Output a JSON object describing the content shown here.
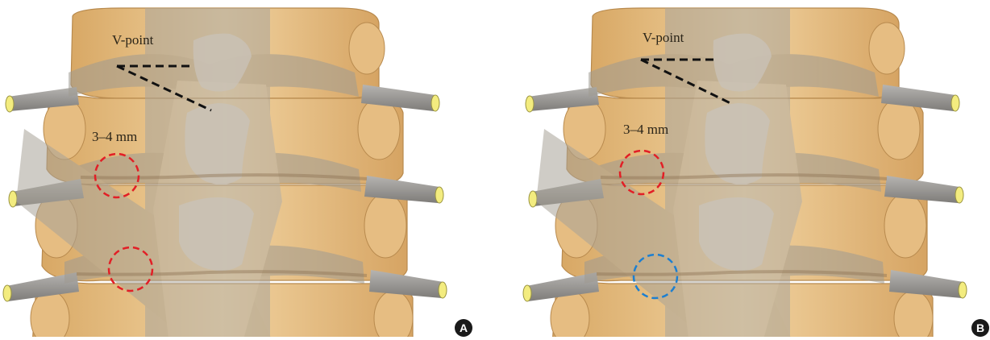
{
  "panels": [
    {
      "id": "A",
      "badge": "A",
      "vpoint_label": "V-point",
      "distance_label": "3–4 mm",
      "circles": [
        {
          "color": "#e21f26"
        },
        {
          "color": "#e21f26"
        }
      ]
    },
    {
      "id": "B",
      "badge": "B",
      "vpoint_label": "V-point",
      "distance_label": "3–4 mm",
      "circles": [
        {
          "color": "#e21f26"
        },
        {
          "color": "#1d7fd0"
        }
      ]
    }
  ],
  "colors": {
    "bone": "#e8c58f",
    "bone_dark": "#c8965a",
    "overlay": "#b9b2a6",
    "nerve": "#9c9a97",
    "nerve_tip": "#f3ec7f",
    "dash": "#111111",
    "badge_bg": "#1a1a1a"
  }
}
